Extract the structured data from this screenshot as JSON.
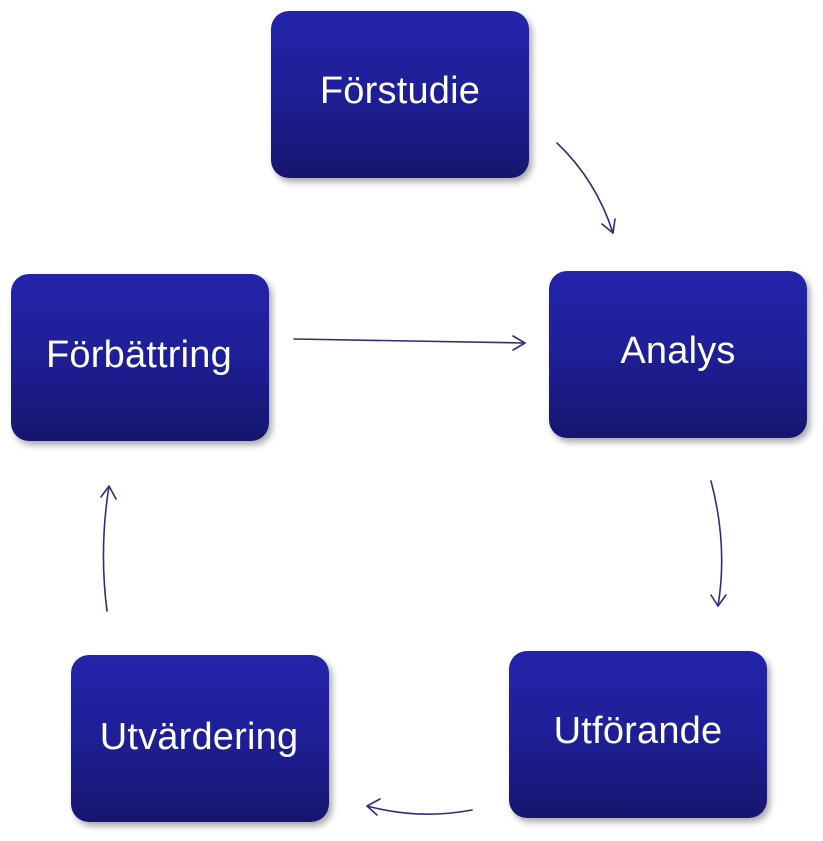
{
  "diagram": {
    "type": "cycle",
    "accent_color": "#1e1e96",
    "arrow_color": "#2e2e7e",
    "nodes": [
      {
        "id": "forstudie",
        "label": "Förstudie"
      },
      {
        "id": "analys",
        "label": "Analys"
      },
      {
        "id": "utforande",
        "label": "Utförande"
      },
      {
        "id": "utvardering",
        "label": "Utvärdering"
      },
      {
        "id": "forbattring",
        "label": "Förbättring"
      }
    ],
    "edges": [
      {
        "from": "forstudie",
        "to": "analys"
      },
      {
        "from": "analys",
        "to": "utforande"
      },
      {
        "from": "utforande",
        "to": "utvardering"
      },
      {
        "from": "utvardering",
        "to": "forbattring"
      },
      {
        "from": "forbattring",
        "to": "analys"
      }
    ]
  }
}
